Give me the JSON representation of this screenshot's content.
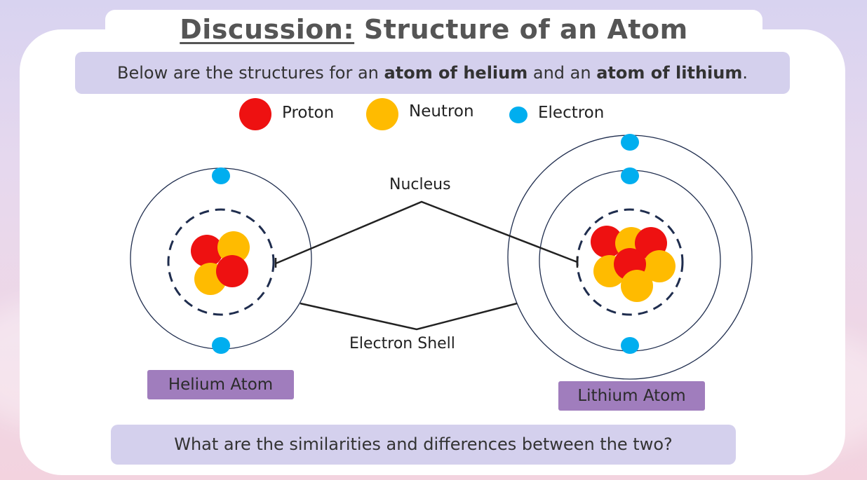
{
  "title": {
    "prefix": "Discussion:",
    "main": "Structure of an Atom"
  },
  "intro": {
    "part1": "Below are the structures for an ",
    "bold1": "atom of helium",
    "part2": " and an ",
    "bold2": "atom of lithium",
    "part3": "."
  },
  "legend": {
    "proton": "Proton",
    "neutron": "Neutron",
    "electron": "Electron"
  },
  "labels": {
    "nucleus": "Nucleus",
    "electron_shell": "Electron Shell"
  },
  "atoms": {
    "helium": "Helium Atom",
    "lithium": "Lithium Atom"
  },
  "question": "What are the similarities and differences between the two?",
  "colors": {
    "proton": "#ee1111",
    "neutron": "#ffbb00",
    "electron": "#00aeef",
    "shell": "#1f2d4e",
    "banner": "#d4d0ed",
    "atom_tag": "#a07dbd"
  }
}
